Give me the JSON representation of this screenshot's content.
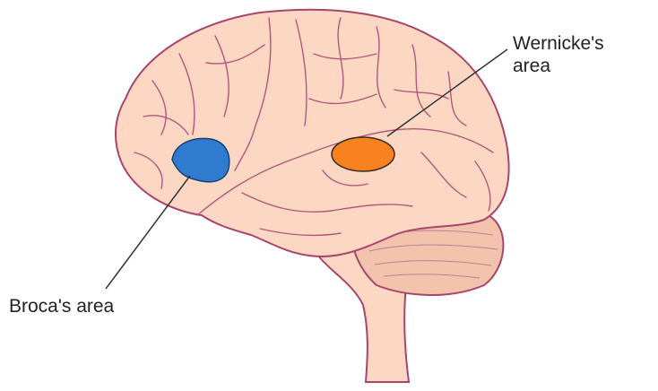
{
  "labels": {
    "wernicke_line1": "Wernicke's",
    "wernicke_line2": "area",
    "broca": "Broca's area"
  },
  "colors": {
    "brain_fill": "#fcd8c4",
    "brain_shade": "#f3bfa8",
    "sulcus": "#b5577a",
    "outline": "#a8456b",
    "broca": "#2f7bd0",
    "wernicke": "#f7821f",
    "leader": "#333333"
  }
}
